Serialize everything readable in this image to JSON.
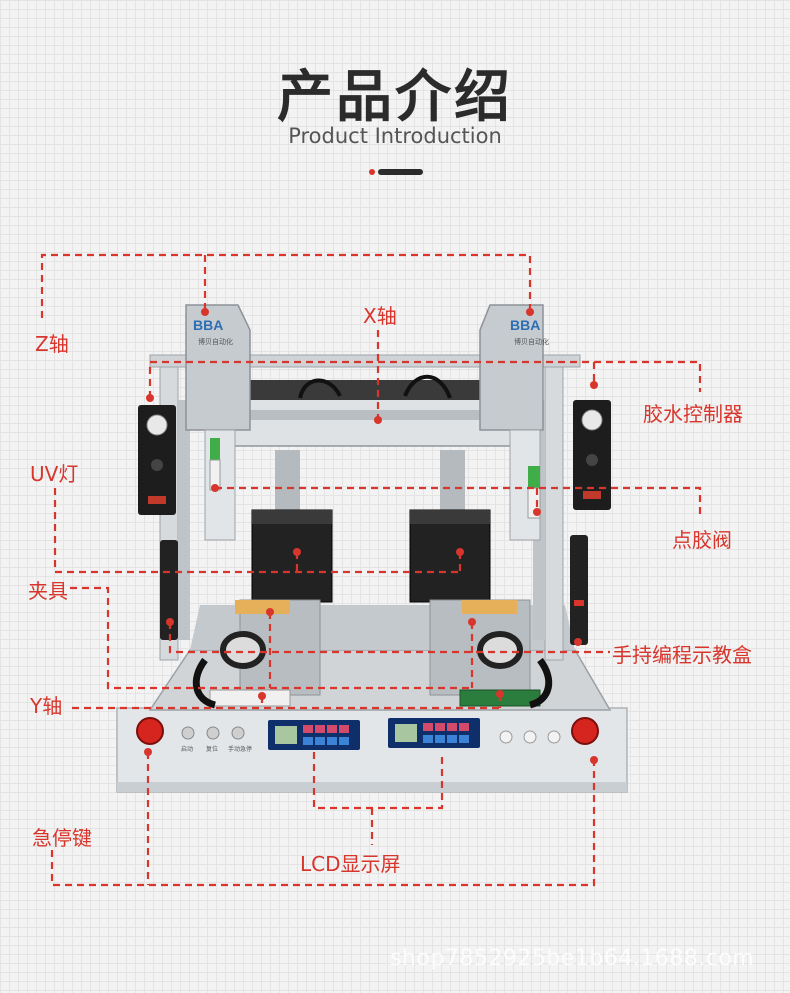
{
  "header": {
    "title": "产品介绍",
    "subtitle": "Product Introduction"
  },
  "machine": {
    "brand_logo": "BBA",
    "brand_sub": "博贝自动化",
    "panel_buttons": [
      "启动",
      "复位",
      "手动急停"
    ]
  },
  "labels": {
    "z_axis": "Z轴",
    "x_axis": "X轴",
    "glue_controller": "胶水控制器",
    "uv_lamp": "UV灯",
    "dispensing_valve": "点胶阀",
    "fixture": "夹具",
    "teach_pendant": "手持编程示教盒",
    "y_axis": "Y轴",
    "emergency_stop": "急停键",
    "lcd_screen": "LCD显示屏"
  },
  "watermark": "shop7852925be1b64.1688.com",
  "colors": {
    "accent": "#d8362c",
    "title": "#2b2b2b",
    "machine_frame": "#d9dde0",
    "machine_dark": "#1e1e1e"
  }
}
